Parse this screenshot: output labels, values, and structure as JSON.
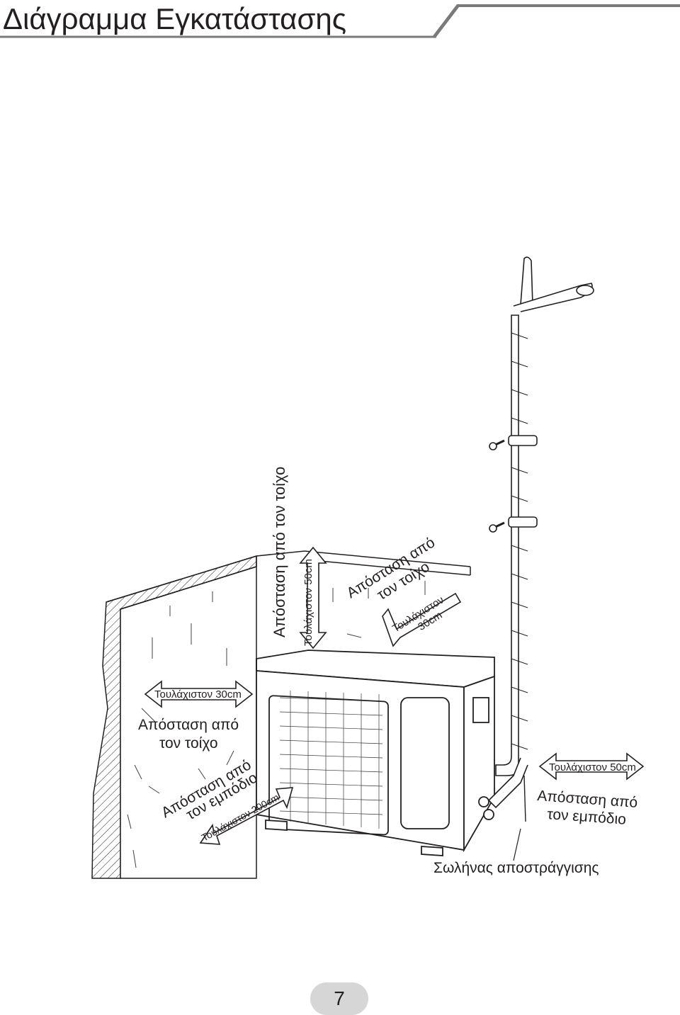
{
  "header": {
    "title": "Διάγραμμα Εγκατάστασης"
  },
  "labels": {
    "top_wall_distance": "Απόσταση από τον τοίχο",
    "top_min": "Τουλάχιστον 50cm",
    "back_right_distance_1": "Απόσταση από",
    "back_right_distance_2": "τον τοίχο",
    "back_right_min_1": "Τουλάχιστον",
    "back_right_min_2": "30cm",
    "left_min": "Τουλάχιστον 30cm",
    "left_distance_1": "Απόσταση από",
    "left_distance_2": "τον τοίχο",
    "front_distance_1": "Απόσταση από",
    "front_distance_2": "τον εμπόδιο",
    "front_min": "Τουλάχιστον 200cm",
    "right_min": "Τουλάχιστον 50cm",
    "right_distance_1": "Απόσταση από",
    "right_distance_2": "τον εμπόδιο",
    "drain_hose": "Σωλήνας αποστράγγισης"
  },
  "page": {
    "number": "7"
  },
  "colors": {
    "ink": "#231f20",
    "header_bar": "#7a7a7a",
    "page_badge": "#d6d6d6"
  }
}
